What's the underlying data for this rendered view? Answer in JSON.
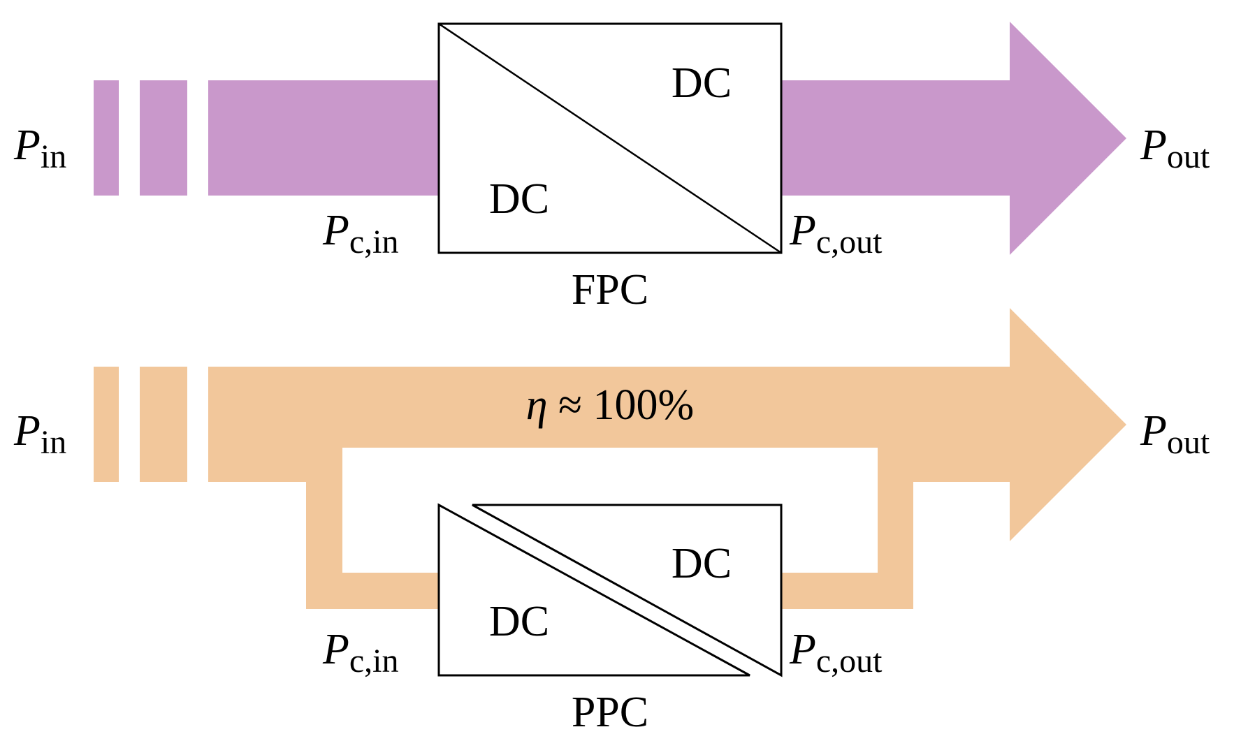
{
  "colors": {
    "fpc_flow": "#c998cb",
    "ppc_flow": "#f2c79b",
    "stroke": "#000000",
    "box_fill": "#ffffff"
  },
  "fpc": {
    "p_in": {
      "symbol": "P",
      "sub": "in"
    },
    "p_out": {
      "symbol": "P",
      "sub": "out"
    },
    "pc_in": {
      "symbol": "P",
      "sub": "c,in"
    },
    "pc_out": {
      "symbol": "P",
      "sub": "c,out"
    },
    "converter": {
      "dc_top": "DC",
      "dc_bottom": "DC",
      "name": "FPC"
    }
  },
  "ppc": {
    "p_in": {
      "symbol": "P",
      "sub": "in"
    },
    "p_out": {
      "symbol": "P",
      "sub": "out"
    },
    "pc_in": {
      "symbol": "P",
      "sub": "c,in"
    },
    "pc_out": {
      "symbol": "P",
      "sub": "c,out"
    },
    "efficiency": {
      "symbol": "η",
      "text": " ≈ 100%"
    },
    "converter": {
      "dc_top": "DC",
      "dc_bottom": "DC",
      "name": "PPC"
    }
  }
}
